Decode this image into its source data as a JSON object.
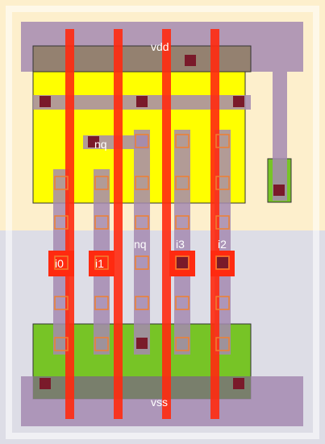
{
  "labels": {
    "vdd": "vdd",
    "vss": "vss",
    "nq_top": "nq",
    "nq_mid": "nq",
    "i0": "i0",
    "i1": "i1",
    "i2": "i2",
    "i3": "i3"
  },
  "colors": {
    "nwell": "#fdefcc",
    "pwell": "#dddde6",
    "metal1": "#a58ab0",
    "pdiff": "#ffff00",
    "ndiff": "#77c426",
    "poly": "#ff2a10",
    "contact": "#7a1a2a",
    "contact_outline": "#f08030"
  }
}
